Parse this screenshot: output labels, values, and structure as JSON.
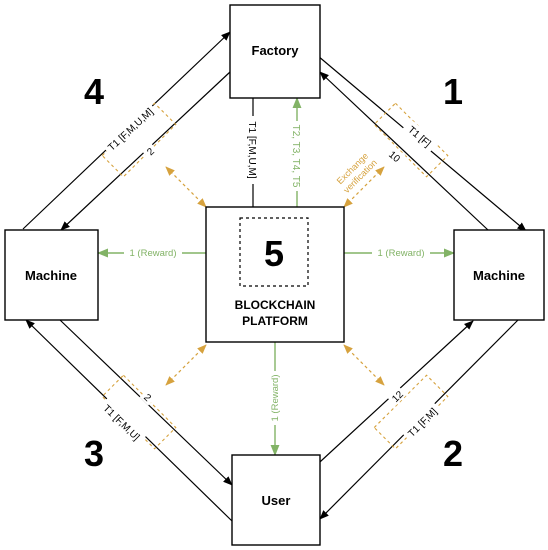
{
  "nodes": {
    "factory": "Factory",
    "machine_left": "Machine",
    "machine_right": "Machine",
    "user": "User",
    "platform_number": "5",
    "platform_line1": "BLOCKCHAIN",
    "platform_line2": "PLATFORM"
  },
  "quadrants": {
    "q1": "1",
    "q2": "2",
    "q3": "3",
    "q4": "4"
  },
  "edge_labels": {
    "tr_t1": "T1 [F]",
    "tr_count": "10",
    "br_count": "12",
    "br_t1": "T1 [F,M]",
    "bl_t1": "T1 [F,M,U]",
    "bl_count": "2",
    "tl_t1": "T1 [F,M,U,M]",
    "tl_count": "2",
    "factory_down": "T1 [F,M,U,M]",
    "factory_up": "T2, T3, T4, T5"
  },
  "rewards": {
    "left": "1 (Reward)",
    "right": "1 (Reward)",
    "down": "1 (Reward)"
  },
  "exchange": {
    "line1": "Exchange",
    "line2": "verification"
  },
  "colors": {
    "green": "#82b366",
    "gold": "#d6a23e",
    "black": "#000000"
  }
}
